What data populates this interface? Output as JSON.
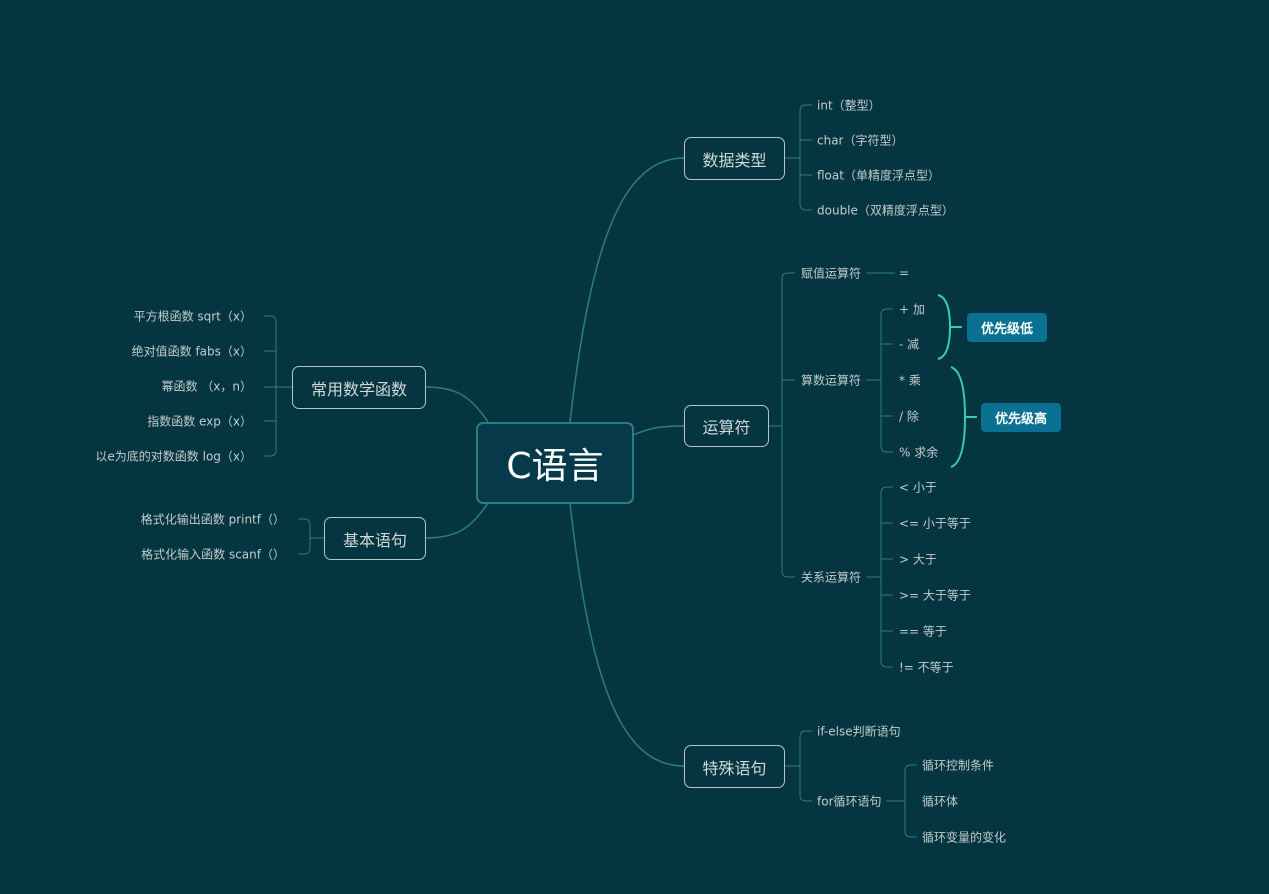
{
  "root": "C语言",
  "data_types": {
    "label": "数据类型",
    "items": [
      "int（整型）",
      "char（字符型）",
      "float（单精度浮点型）",
      "double（双精度浮点型）"
    ]
  },
  "operators": {
    "label": "运算符",
    "assign": {
      "label": "赋值运算符",
      "items": [
        "="
      ]
    },
    "arith": {
      "label": "算数运算符",
      "items": [
        "+ 加",
        "- 减",
        "* 乘",
        "/ 除",
        "% 求余"
      ],
      "low_priority": "优先级低",
      "high_priority": "优先级高"
    },
    "relational": {
      "label": "关系运算符",
      "items": [
        "< 小于",
        "<= 小于等于",
        "> 大于",
        ">= 大于等于",
        "== 等于",
        "!= 不等于"
      ]
    }
  },
  "special": {
    "label": "特殊语句",
    "ifelse": "if-else判断语句",
    "forloop": {
      "label": "for循环语句",
      "items": [
        "循环控制条件",
        "循环体",
        "循环变量的变化"
      ]
    }
  },
  "math": {
    "label": "常用数学函数",
    "items": [
      "平方根函数 sqrt（x）",
      "绝对值函数 fabs（x）",
      "幂函数 （x，n）",
      "指数函数 exp（x）",
      "以e为底的对数函数 log（x）"
    ]
  },
  "basic": {
    "label": "基本语句",
    "items": [
      "格式化输出函数 printf（）",
      "格式化输入函数 scanf（）"
    ]
  },
  "colors": {
    "background": "#053541",
    "line": "#2a7f7c",
    "brace": "#3cc8b4",
    "badge": "#0b7192"
  }
}
